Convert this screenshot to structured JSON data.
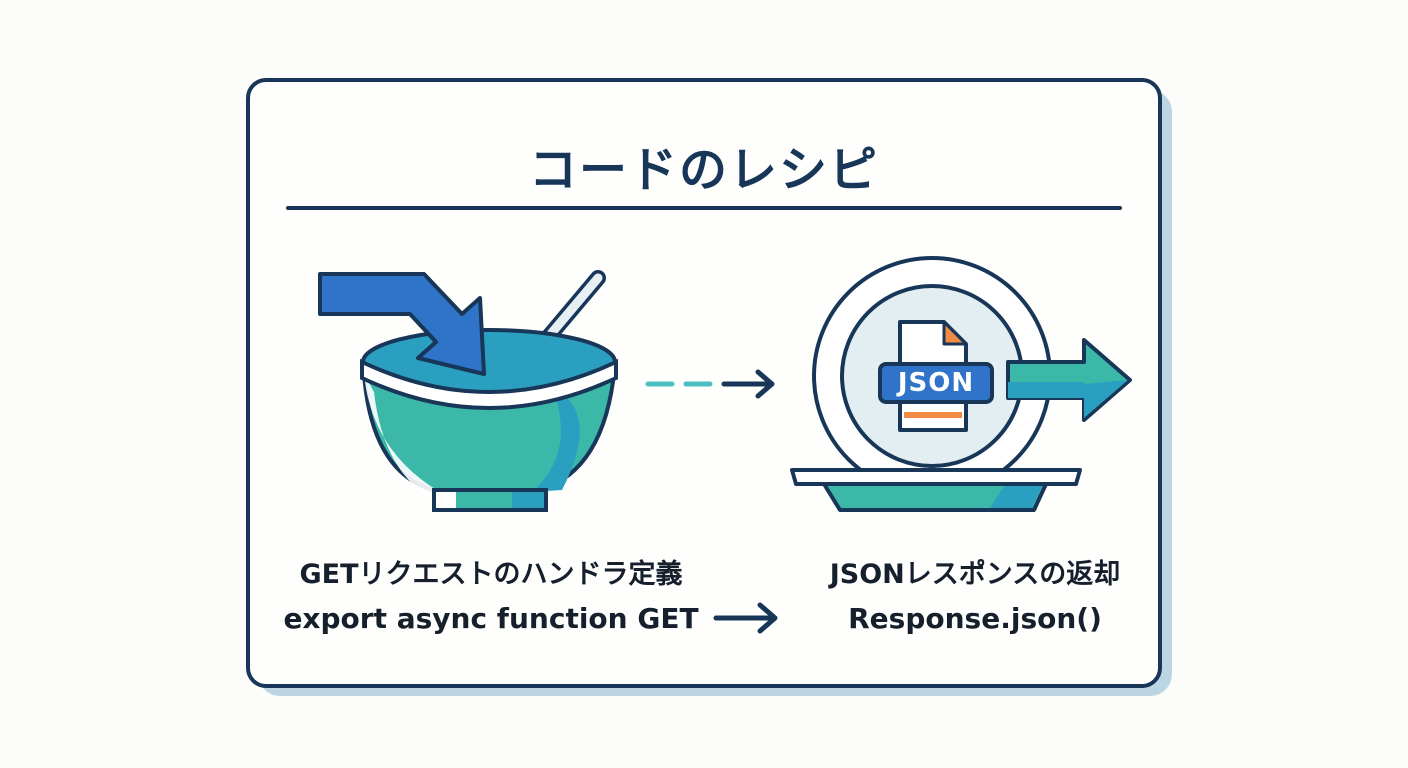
{
  "title": "コードのレシピ",
  "left_step": {
    "heading": "GETリクエストのハンドラ定義",
    "code": "export async function GET",
    "icon": "mixing-bowl-with-incoming-arrow"
  },
  "right_step": {
    "heading": "JSONレスポンスの返却",
    "code": "Response.json()",
    "icon": "plate-with-json-file-and-outgoing-arrow",
    "badge": "JSON"
  },
  "connectors": {
    "middle": "dashed-arrow-right",
    "bottom": "arrow-right"
  },
  "colors": {
    "navy": "#173658",
    "blue": "#2f74c8",
    "teal": "#3cb8a8",
    "teal_dark": "#2a9fbf",
    "orange": "#f08a44",
    "shadow": "#bcd5e2"
  }
}
